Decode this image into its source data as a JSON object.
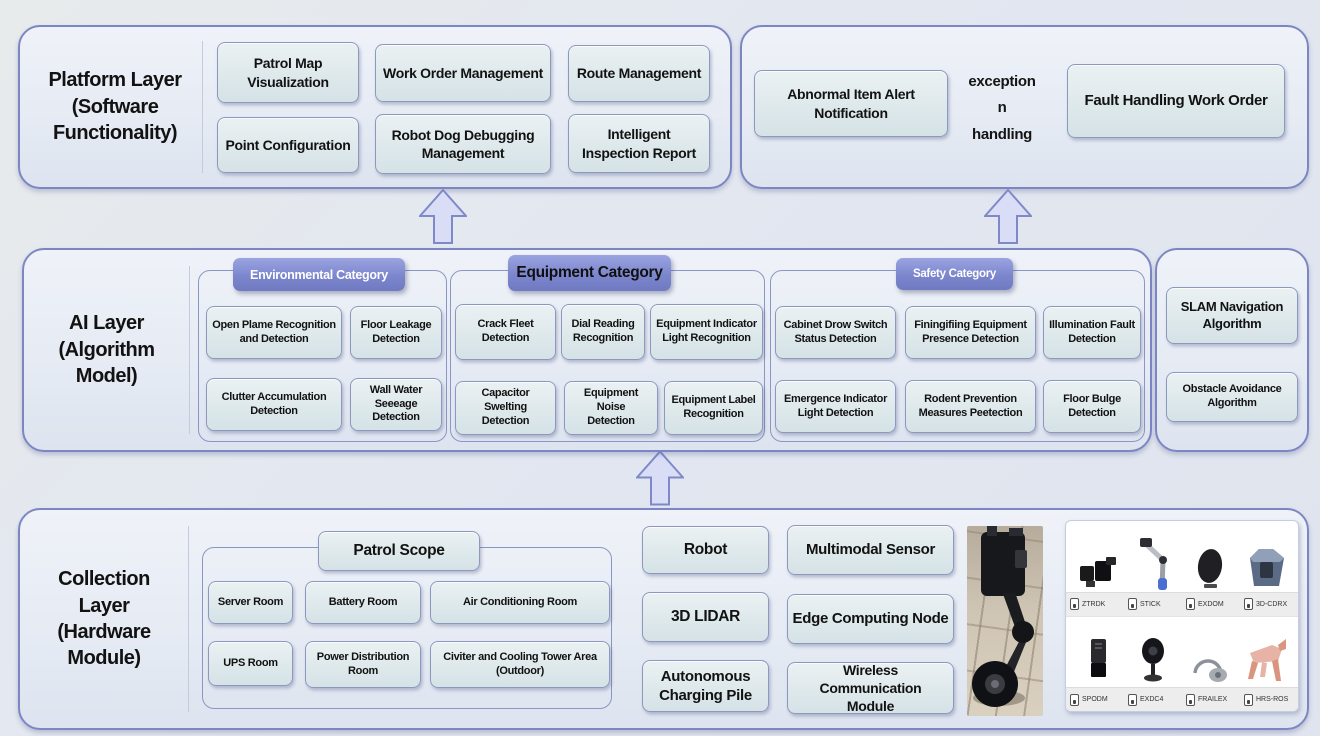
{
  "platform_layer": {
    "title": "Platform Layer\n(Software\nFunctionality)",
    "boxes": {
      "patrol_map": "Patrol Map\nVisualization",
      "work_order": "Work Order Management",
      "route": "Route Management",
      "point_config": "Point Configuration",
      "robot_dog": "Robot Dog Debugging\nManagement",
      "inspection_report": "Intelligent\nInspection Report"
    }
  },
  "exception_panel": {
    "abnormal_alert": "Abnormal Item Alert\nNotification",
    "exception_label": "exception\nn\nhandling",
    "fault_work_order": "Fault Handling Work Order"
  },
  "ai_layer": {
    "title": "AI Layer\n(Algorithm\nModel)",
    "environmental": {
      "header": "Environmental Category",
      "boxes": [
        "Open Plame Recognition\nand Detection",
        "Floor Leakage\nDetection",
        "Clutter Accumulation\nDetection",
        "Wall Water Seeeage\nDetection"
      ]
    },
    "equipment": {
      "header": "Equipment Category",
      "boxes": [
        "Crack Fleet\nDetection",
        "Dial Reading\nRecognition",
        "Equipment Indicator\nLight Recognition",
        "Capacitor Swelting\nDetection",
        "Equipment Noise\nDetection",
        "Equipment Label\nRecognition"
      ]
    },
    "safety": {
      "header": "Safety Category",
      "boxes": [
        "Cabinet Drow Switch\nStatus Detection",
        "Finingifiing Equipment\nPresence Detection",
        "Illumination Fault\nDetection",
        "Emergence Indicator\nLight Detection",
        "Rodent Prevention\nMeasures Peetection",
        "Floor Bulge\nDetection"
      ]
    },
    "algorithms": [
      "SLAM Navigation\nAlgorithm",
      "Obstacle Avoidance\nAlgorithm"
    ]
  },
  "collection_layer": {
    "title": "Collection\nLayer\n(Hardware\nModule)",
    "patrol_scope": {
      "header": "Patrol Scope",
      "rooms": [
        "Server Room",
        "Battery Room",
        "Air Conditioning Room",
        "UPS Room",
        "Power Distribution\nRoom",
        "Civiter and Cooling Tower Area\n(Outdoor)"
      ]
    },
    "hardware": {
      "robot": "Robot",
      "lidar": "3D LIDAR",
      "charging_pile": "Autonomous\nCharging Pile",
      "multimodal": "Multimodal Sensor",
      "edge_node": "Edge Computing Node",
      "wireless": "Wireless Communication\nModule"
    },
    "sensor_products": [
      {
        "label": "ZTRDK"
      },
      {
        "label": "STICK"
      },
      {
        "label": "EXDOM"
      },
      {
        "label": "3D-CDRX"
      },
      {
        "label": "SPODM"
      },
      {
        "label": "EXDC4"
      },
      {
        "label": "FRAILEX"
      },
      {
        "label": "HRS-ROS"
      }
    ]
  },
  "colors": {
    "layer_border": "#7c86c3",
    "badge_fill": "#7c86cd",
    "box_fill": "#dde8eb",
    "background": "#e3e7f0"
  }
}
